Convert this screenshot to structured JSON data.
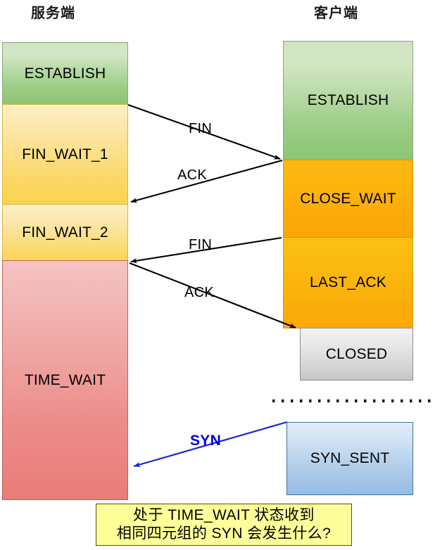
{
  "diagram": {
    "title_left": "服务端",
    "title_right": "客户端",
    "colors": {
      "established": "#8cc573",
      "fin_wait": "#fad34f",
      "time_wait": "#e97c78",
      "close_wait": "#fba607",
      "closed": "#c6c6c6",
      "syn_sent": "#96bce3",
      "note_bg": "#ffff99",
      "syn_label": "#0000e0"
    },
    "server_states": [
      {
        "label": "ESTABLISH",
        "style": "box-green"
      },
      {
        "label": "FIN_WAIT_1",
        "style": "box-yellow"
      },
      {
        "label": "FIN_WAIT_2",
        "style": "box-yellow2"
      },
      {
        "label": "TIME_WAIT",
        "style": "box-red"
      }
    ],
    "client_states": [
      {
        "label": "ESTABLISH",
        "style": "box-green"
      },
      {
        "label": "CLOSE_WAIT",
        "style": "box-orange"
      },
      {
        "label": "LAST_ACK",
        "style": "box-orange2"
      },
      {
        "label": "CLOSED",
        "style": "box-gray"
      },
      {
        "label": "SYN_SENT",
        "style": "box-blue"
      }
    ],
    "messages": [
      {
        "label": "FIN",
        "direction": "server-to-client"
      },
      {
        "label": "ACK",
        "direction": "client-to-server"
      },
      {
        "label": "FIN",
        "direction": "client-to-server"
      },
      {
        "label": "ACK",
        "direction": "server-to-client"
      },
      {
        "label": "SYN",
        "direction": "client-to-server"
      }
    ],
    "note": {
      "line1": "处于 TIME_WAIT 状态收到",
      "line2": "相同四元组的 SYN 会发生什么?"
    }
  }
}
